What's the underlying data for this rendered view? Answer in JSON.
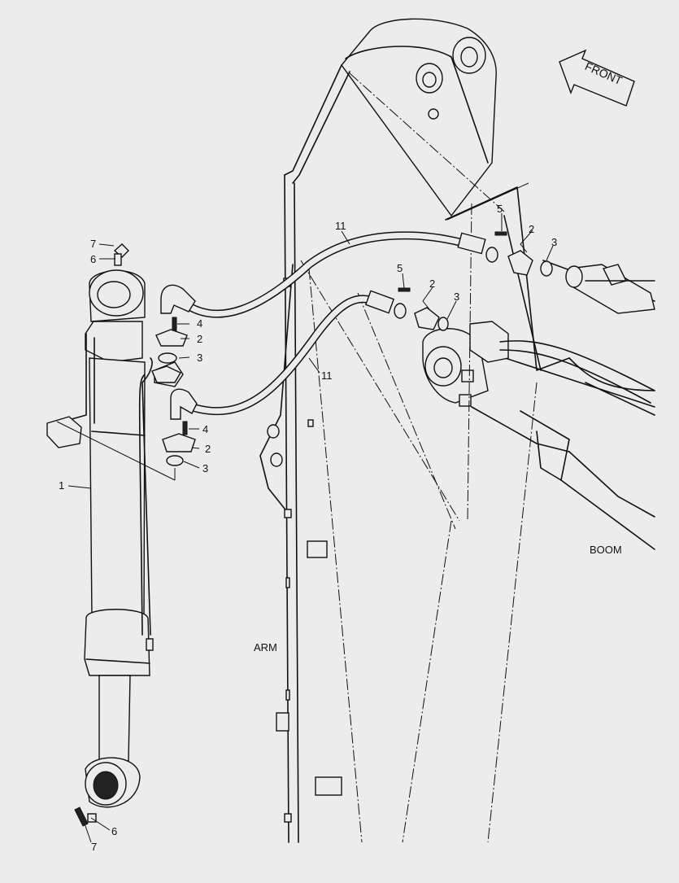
{
  "direction": {
    "label": "FRONT"
  },
  "regions": {
    "arm": "ARM",
    "boom": "BOOM"
  },
  "callouts": {
    "c1": "1",
    "c2a": "2",
    "c2b": "2",
    "c2c": "2",
    "c2d": "2",
    "c3a": "3",
    "c3b": "3",
    "c3c": "3",
    "c3d": "3",
    "c4a": "4",
    "c4b": "4",
    "c5a": "5",
    "c5b": "5",
    "c6a": "6",
    "c6b": "6",
    "c7a": "7",
    "c7b": "7",
    "c11a": "11",
    "c11b": "11"
  }
}
